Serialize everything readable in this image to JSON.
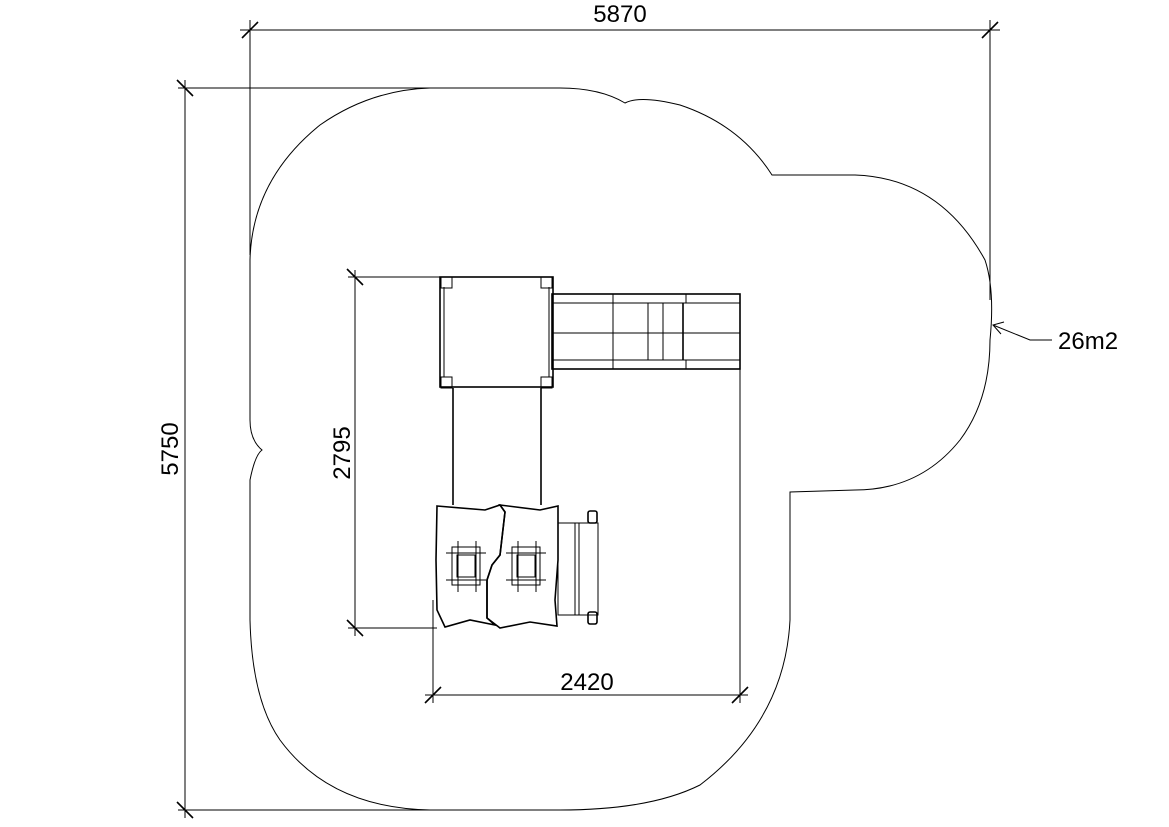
{
  "drawing": {
    "overall_width": "5870",
    "overall_depth": "5750",
    "equipment_depth": "2795",
    "equipment_width": "2420",
    "safety_area": "26m2"
  },
  "colors": {
    "line": "#000000",
    "background": "#ffffff"
  }
}
